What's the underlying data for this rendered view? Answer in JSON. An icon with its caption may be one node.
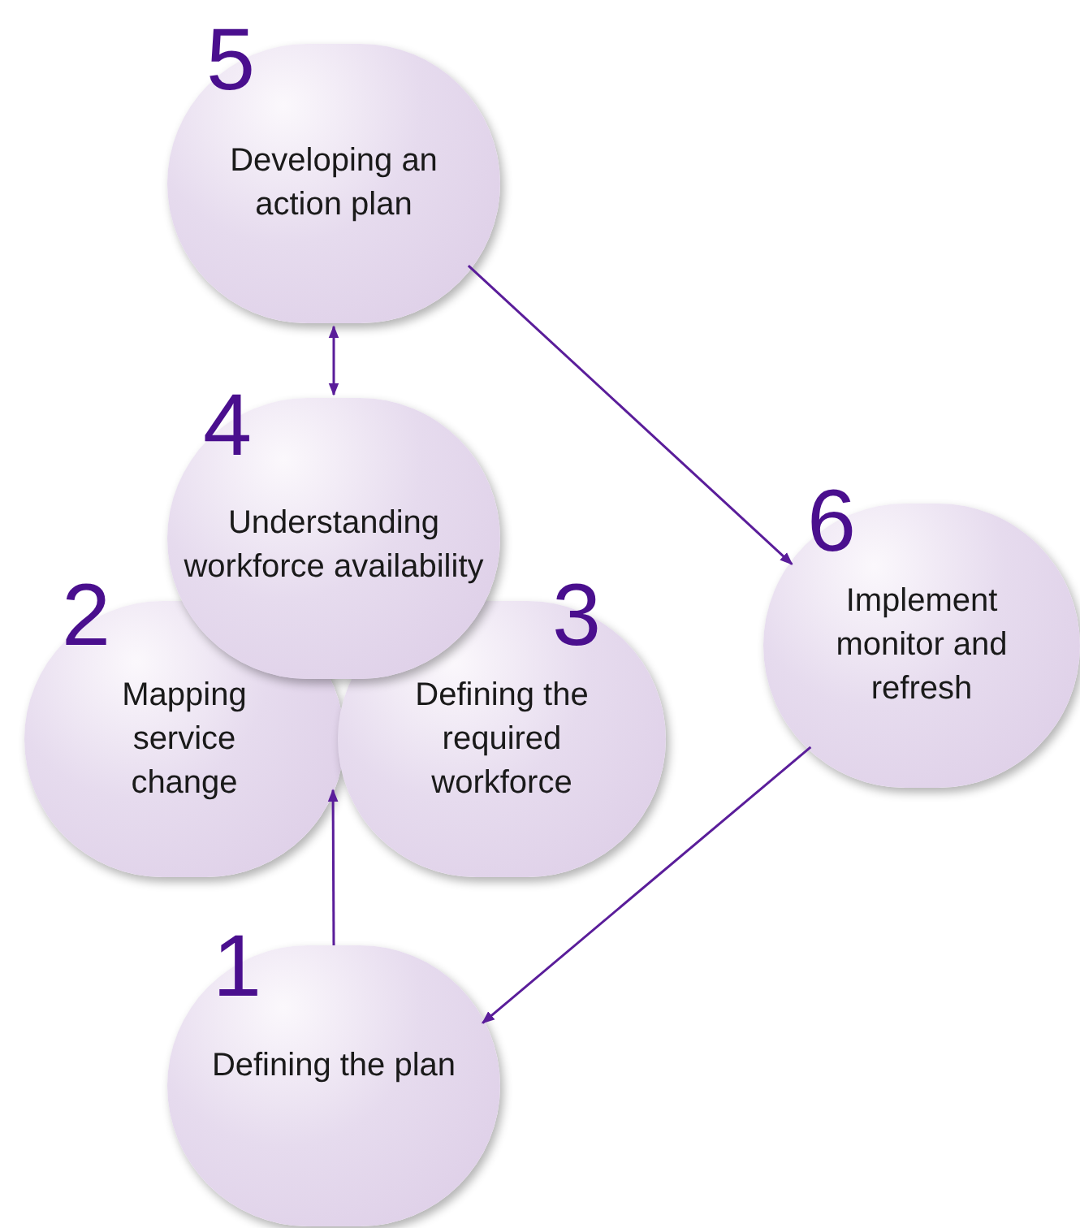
{
  "diagram": {
    "nodes": [
      {
        "text": [
          "5",
          "Developing an action plan"
        ]
      },
      {
        "text": [
          "4",
          "Understanding workforce availability"
        ]
      },
      {
        "text": [
          "2",
          "Mapping service change"
        ]
      },
      {
        "text": [
          "3",
          "Defining the required workforce"
        ]
      },
      {
        "text": [
          "6",
          "Implement monitor and refresh"
        ]
      },
      {
        "text": [
          "1",
          "Defining the plan"
        ]
      }
    ],
    "edges": [
      {
        "from": 0,
        "to": 1,
        "arrow": "both"
      },
      {
        "from": 0,
        "to": 4,
        "arrow": "to"
      },
      {
        "from": 4,
        "to": 5,
        "arrow": "to"
      },
      {
        "from": 5,
        "to": 2,
        "arrow": "to"
      }
    ]
  }
}
